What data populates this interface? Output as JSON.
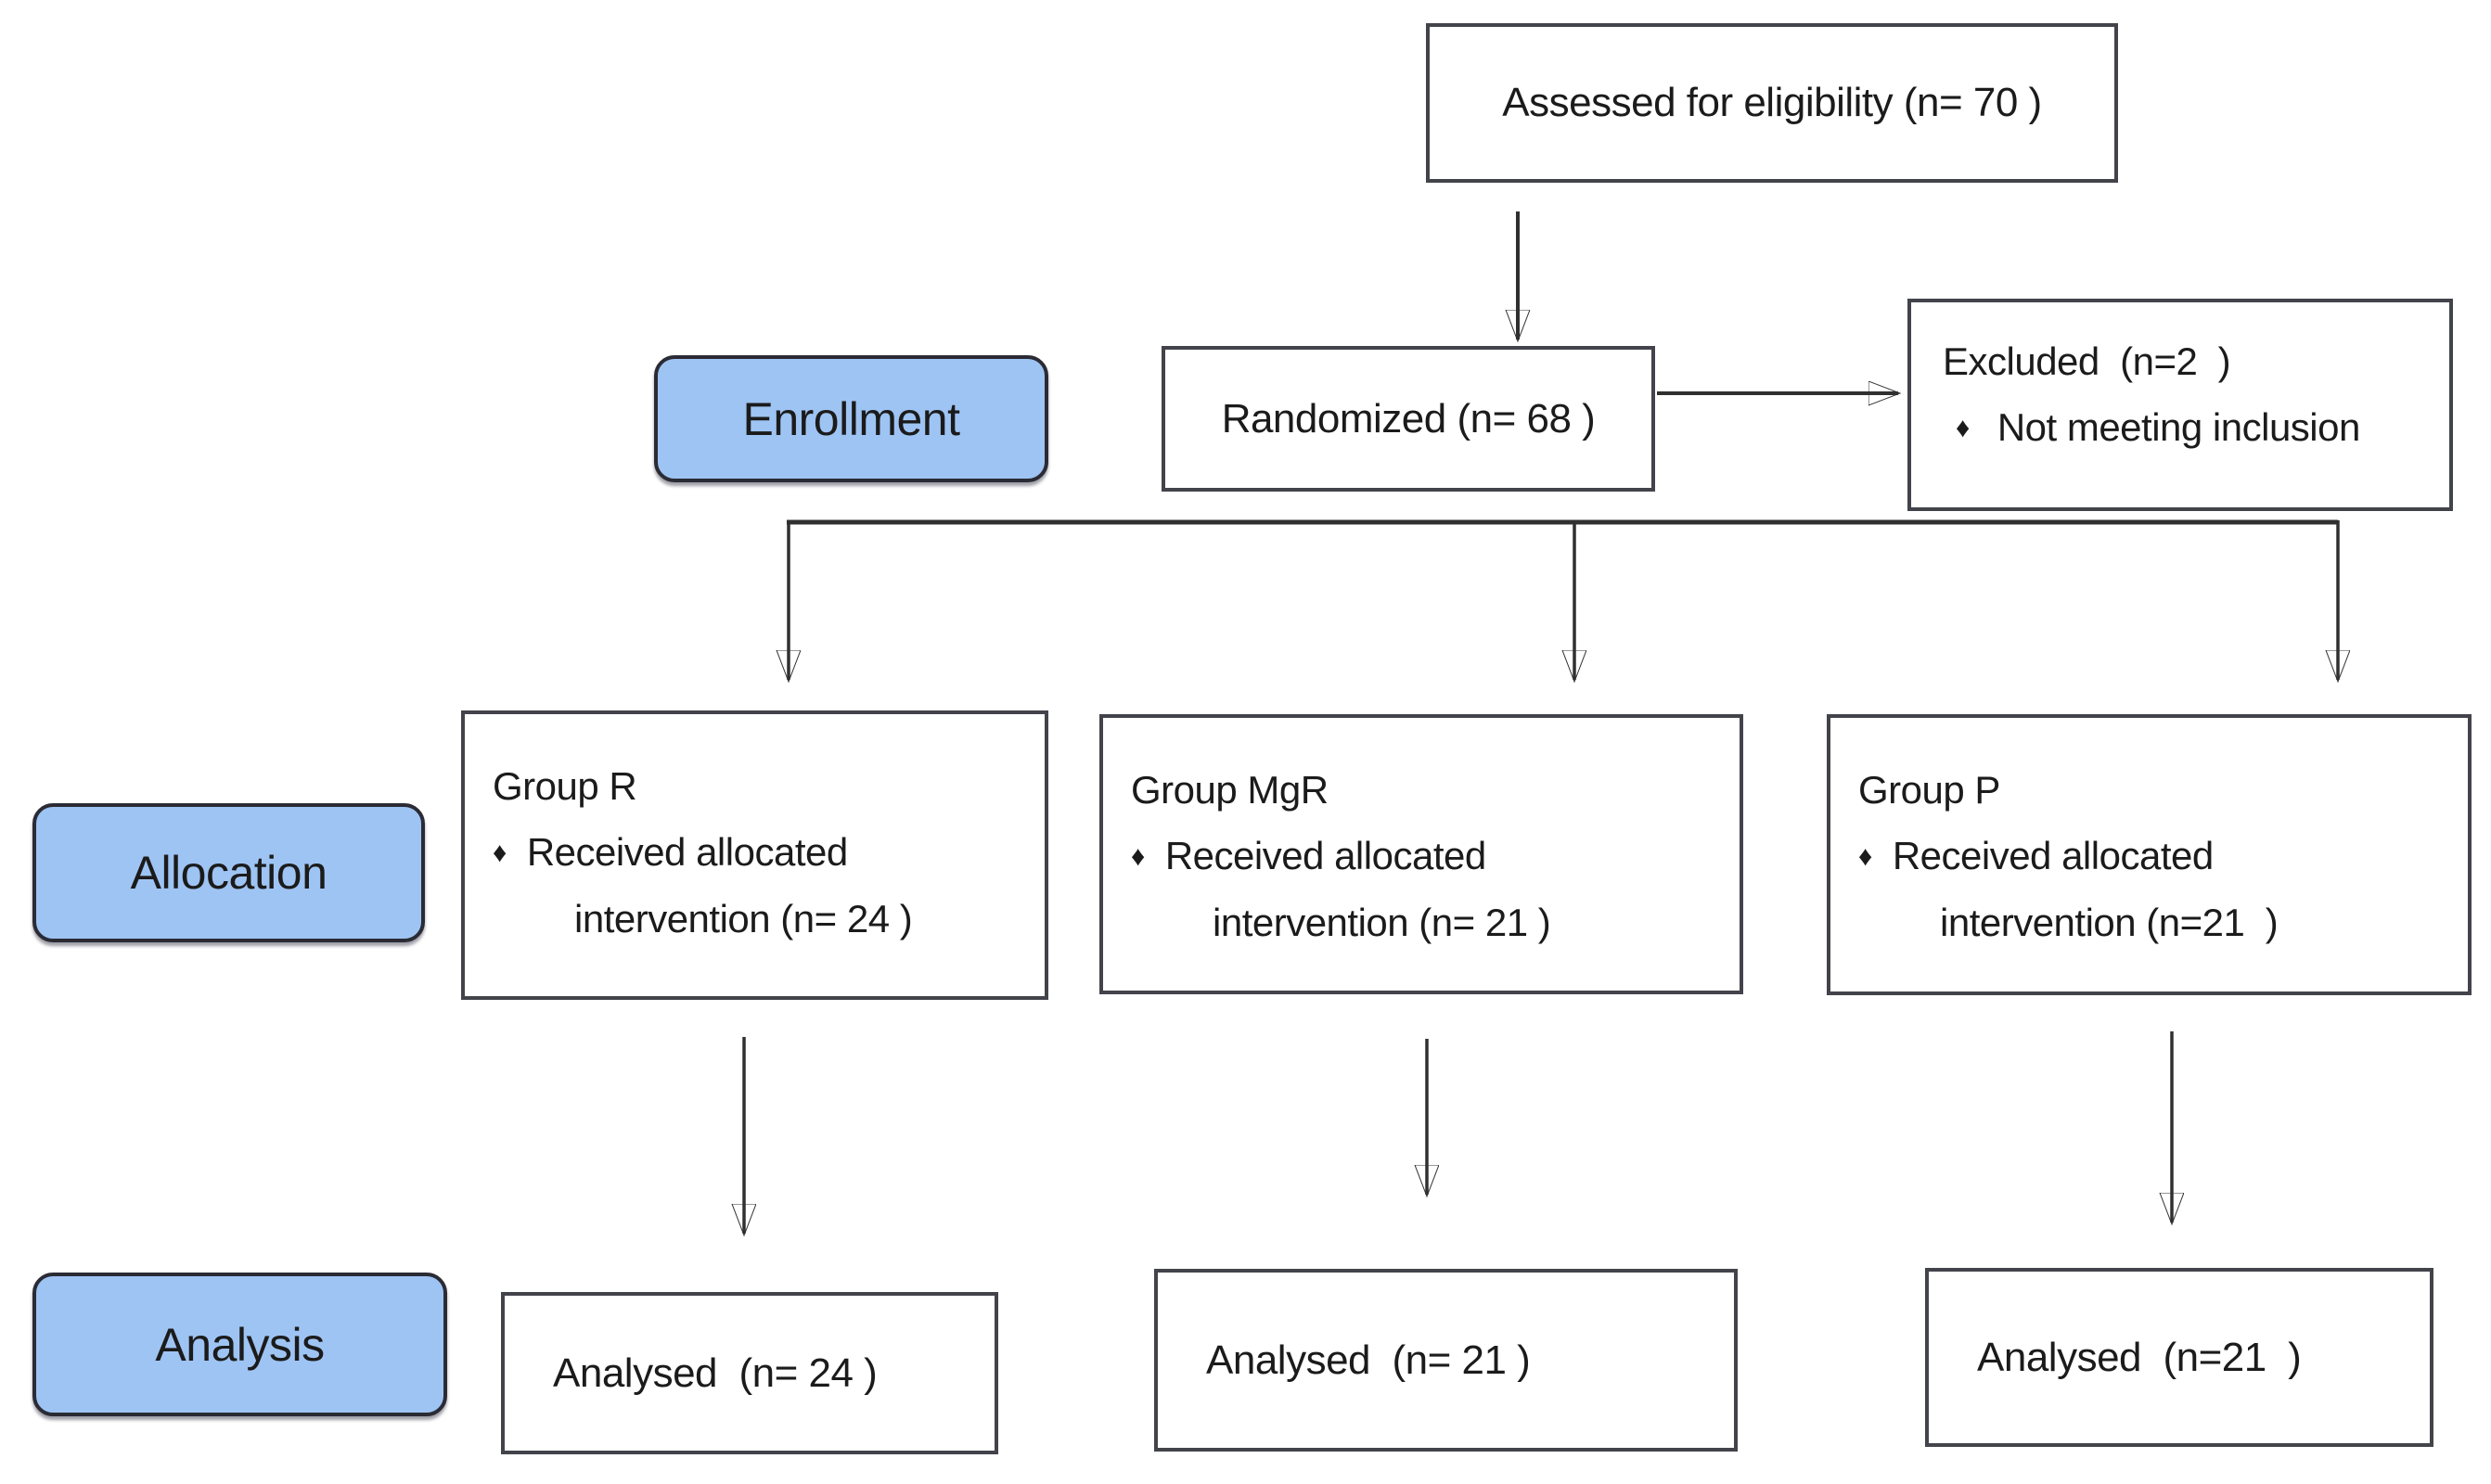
{
  "colors": {
    "stage_fill": "#9ec4f3",
    "stage_border": "#2b2b35",
    "box_border": "#43434b",
    "arrow": "#303030",
    "text": "#1b1b1b",
    "background": "#ffffff"
  },
  "diagram": {
    "bullet_char": "♦",
    "stage_labels": [
      {
        "label": "Enrollment"
      },
      {
        "label": "Allocation"
      },
      {
        "label": "Analysis"
      }
    ],
    "assessed_box": {
      "text": "Assessed for eligibility (n= 70 )"
    },
    "randomized_box": {
      "text": "Randomized (n= 68 )"
    },
    "excluded_box": {
      "title": "Excluded  (n=2  )",
      "reason": "Not meeting inclusion"
    },
    "allocation_boxes": [
      {
        "title": "Group R",
        "bullet_text": "Received allocated",
        "intervention_text": "intervention (n= 24 )"
      },
      {
        "title": "Group MgR",
        "bullet_text": "Received allocated",
        "intervention_text": "intervention (n= 21 )"
      },
      {
        "title": "Group P",
        "bullet_text": "Received allocated",
        "intervention_text": "intervention (n=21  )"
      }
    ],
    "analysed_boxes": [
      {
        "text": "Analysed  (n= 24 )"
      },
      {
        "text": "Analysed  (n= 21 )"
      },
      {
        "text": "Analysed  (n=21  )"
      }
    ]
  }
}
